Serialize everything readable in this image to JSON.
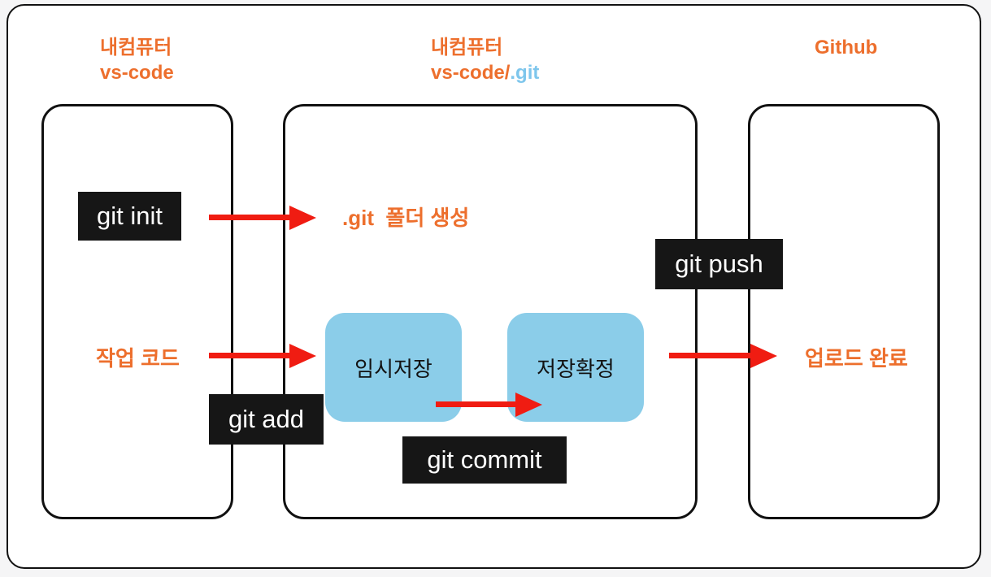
{
  "colors": {
    "orange": "#ED6F2D",
    "lightblue": "#7EC6EC",
    "boxblue": "#8BCDE9",
    "red": "#F01C12",
    "labelbg": "#161616",
    "labeltext": "#FFFFFF",
    "line": "#111111",
    "pagebg": "#F5F5F6",
    "panelbg": "#FFFFFF"
  },
  "headers": {
    "left": {
      "line1": "내컴퓨터",
      "line2": "vs-code"
    },
    "middle": {
      "line1": "내컴퓨터",
      "line2_orange": "vs-code/",
      "line2_blue": ".git"
    },
    "right": {
      "line1": "Github"
    }
  },
  "commands": {
    "git_init": "git init",
    "git_add": "git add",
    "git_commit": "git commit",
    "git_push": "git push"
  },
  "nodes": {
    "temp_save": "임시저장",
    "confirm_save": "저장확정"
  },
  "notes": {
    "git_folder_created": ".git  폴더 생성",
    "work_code": "작업 코드",
    "upload_done": "업로드 완료"
  }
}
